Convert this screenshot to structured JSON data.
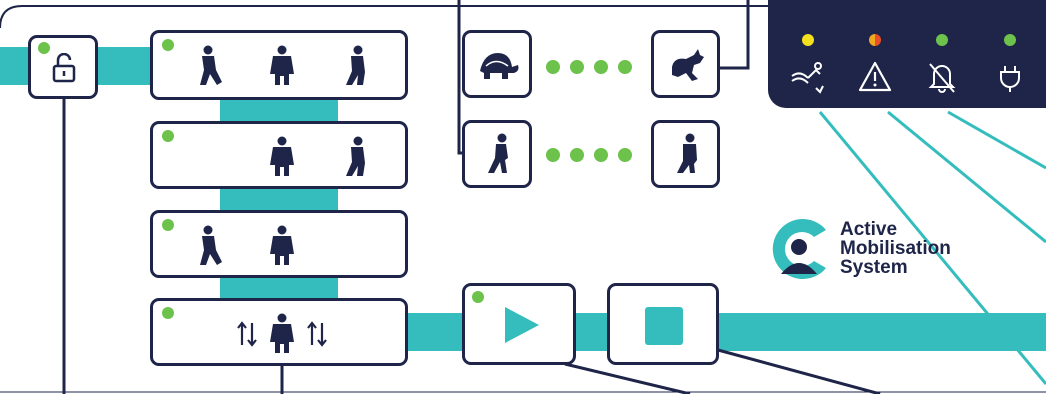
{
  "branding": {
    "name_lines": [
      "Active",
      "Mobilisation",
      "System"
    ]
  },
  "colors": {
    "navy": "#1e2549",
    "teal": "#35bdbd",
    "status_green": "#6cc24a",
    "status_yellow": "#f2e11c",
    "status_orange_red": "#e8502a"
  },
  "controls": {
    "lock": {
      "icon": "unlock-icon",
      "active": true
    },
    "posture_rows": [
      {
        "id": "sit-stand-full",
        "icons": [
          "kneel-sitting-icon",
          "seated-upright-icon",
          "kneel-stand-icon"
        ],
        "active": true
      },
      {
        "id": "sit-stand-upper",
        "icons": [
          "seated-upright-icon",
          "kneel-stand-icon"
        ],
        "active": true
      },
      {
        "id": "sit-stand-lower",
        "icons": [
          "kneel-sitting-icon",
          "seated-upright-icon"
        ],
        "active": true
      },
      {
        "id": "tilt-adjust",
        "icons": [
          "up-down-arrows-icon",
          "seated-upright-icon",
          "up-down-arrows-icon"
        ],
        "active": true
      }
    ],
    "speed_slider": {
      "min_icon": "turtle-icon",
      "max_icon": "rabbit-icon",
      "steps": 4
    },
    "range_slider": {
      "min_icon": "walking-person-icon",
      "max_icon": "standing-person-icon",
      "steps": 4
    },
    "play": {
      "icon": "play-icon",
      "active": true
    },
    "stop": {
      "icon": "stop-icon"
    }
  },
  "status_panel": {
    "indicators": [
      {
        "name": "motion",
        "icon": "recline-motion-icon",
        "light": "yellow"
      },
      {
        "name": "warning",
        "icon": "warning-icon",
        "light": "orange-red"
      },
      {
        "name": "alarm-mute",
        "icon": "bell-off-icon",
        "light": "green"
      },
      {
        "name": "power",
        "icon": "power-plug-icon",
        "light": "green"
      }
    ]
  }
}
